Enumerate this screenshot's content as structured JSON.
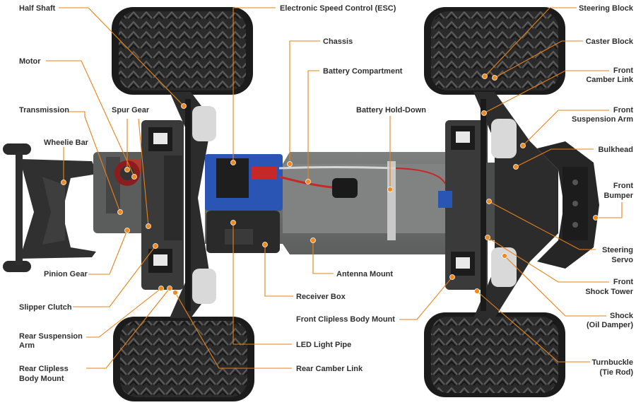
{
  "diagram": {
    "labels": {
      "half_shaft": "Half Shaft",
      "motor": "Motor",
      "transmission": "Transmission",
      "spur_gear": "Spur Gear",
      "wheelie_bar": "Wheelie Bar",
      "pinion_gear": "Pinion Gear",
      "slipper_clutch": "Slipper Clutch",
      "rear_suspension_arm_1": "Rear Suspension",
      "rear_suspension_arm_2": "Arm",
      "rear_clipless_1": "Rear Clipless",
      "rear_clipless_2": "Body Mount",
      "esc": "Electronic Speed Control (ESC)",
      "chassis": "Chassis",
      "battery_compartment": "Battery Compartment",
      "battery_hold_down": "Battery Hold-Down",
      "antenna_mount": "Antenna Mount",
      "receiver_box": "Receiver Box",
      "front_clipless": "Front Clipless Body Mount",
      "led_light_pipe": "LED Light Pipe",
      "rear_camber_link": "Rear Camber Link",
      "steering_block": "Steering Block",
      "caster_block": "Caster Block",
      "front_camber_1": "Front",
      "front_camber_2": "Camber Link",
      "front_susp_1": "Front",
      "front_susp_2": "Suspension  Arm",
      "bulkhead": "Bulkhead",
      "front_bumper_1": "Front",
      "front_bumper_2": "Bumper",
      "steering_servo_1": "Steering",
      "steering_servo_2": "Servo",
      "front_shock_tower_1": "Front",
      "front_shock_tower_2": "Shock Tower",
      "shock_1": "Shock",
      "shock_2": "(Oil Damper)",
      "turnbuckle_1": "Turnbuckle",
      "turnbuckle_2": "(Tie Rod)"
    },
    "colors": {
      "leader": "#e7821a",
      "label_text": "#2f2f2f",
      "tire": "#1f1f1f",
      "chassis": "#6e716f",
      "esc_blue": "#2a55b5"
    }
  }
}
